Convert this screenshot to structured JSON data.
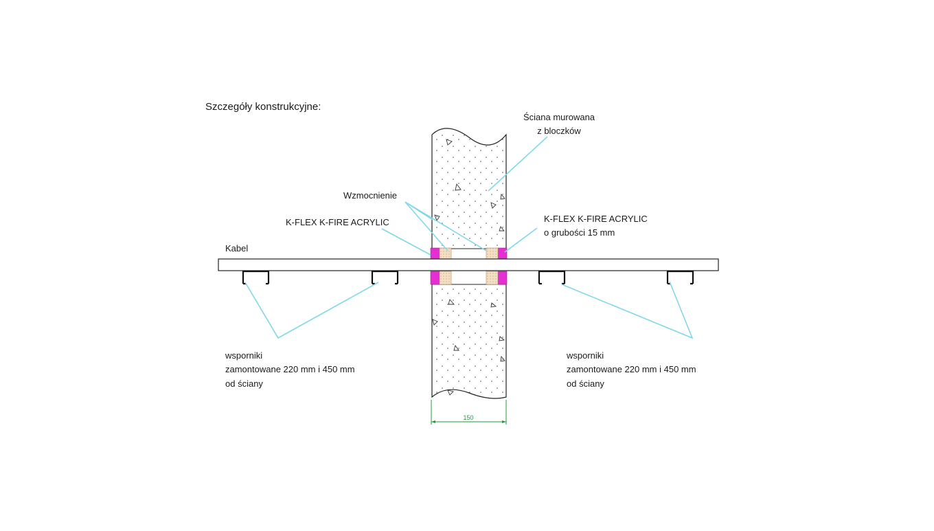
{
  "title": "Szczegóły konstrukcyjne:",
  "labels": {
    "wall_line1": "Ściana murowana",
    "wall_line2": "z bloczków",
    "reinforcement": "Wzmocnienie",
    "acrylic_left": "K-FLEX K-FIRE ACRYLIC",
    "acrylic_right_line1": "K-FLEX K-FIRE ACRYLIC",
    "acrylic_right_line2": "o grubości 15 mm",
    "cable": "Kabel",
    "supports_left": [
      "wsporniki",
      "zamontowane 220 mm i 450 mm",
      "od ściany"
    ],
    "supports_right": [
      "wsporniki",
      "zamontowane 220 mm i 450 mm",
      "od ściany"
    ]
  },
  "dimension": "150",
  "colors": {
    "leader": "#7fd8e8",
    "sealant": "#e52fd2",
    "reinforcement_fill": "#f3dfc4",
    "dimension": "#1d9c3b",
    "outline": "#222222"
  }
}
